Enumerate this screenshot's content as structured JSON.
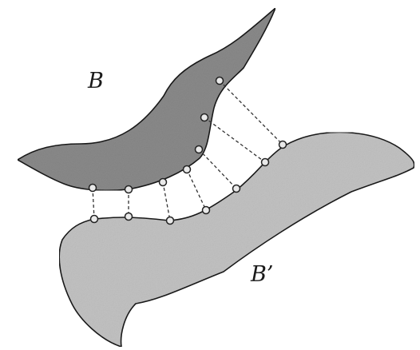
{
  "labels": {
    "region_top": "B",
    "region_bottom": "B’"
  },
  "colors": {
    "background": "#ffffff",
    "region_top_fill": "#8a8a8a",
    "region_bottom_fill": "#c2c2c2",
    "outline": "#1a1a1a",
    "connector": "#333333",
    "point_fill": "#e9e9e9",
    "point_stroke": "#222222"
  },
  "diagram": {
    "point_pairs_count": 7,
    "connector_style": "dashed"
  }
}
